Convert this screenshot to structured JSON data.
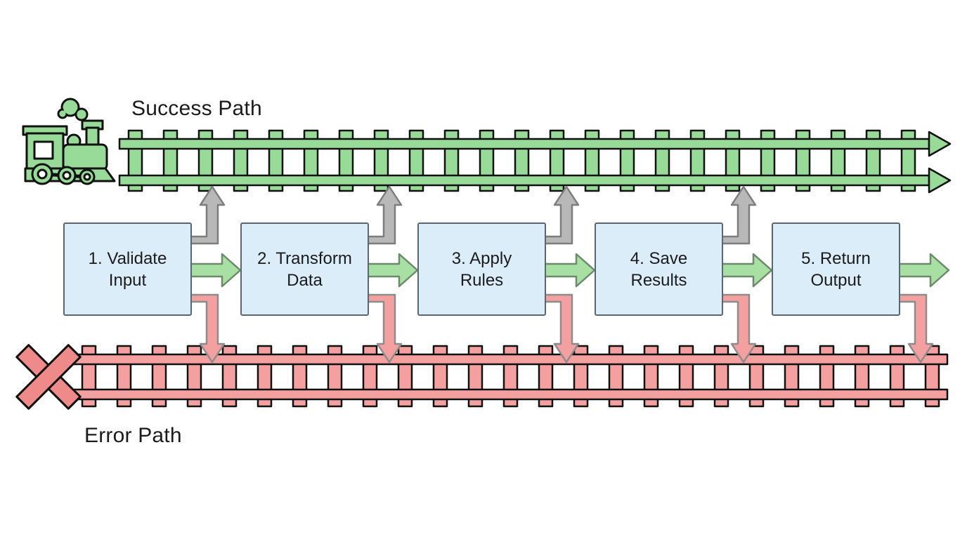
{
  "diagram": {
    "success_label": "Success Path",
    "error_label": "Error Path",
    "steps": [
      "1. Validate Input",
      "2. Transform Data",
      "3. Apply Rules",
      "4. Save Results",
      "5. Return Output"
    ],
    "icons": {
      "start": "train-locomotive-icon",
      "terminate": "x-mark-icon",
      "between_steps": "right-arrow-icon",
      "to_success": "up-elbow-arrow-icon",
      "to_error": "down-elbow-arrow-icon"
    },
    "colors": {
      "success": "#98db98",
      "success_arrow": "#a8e0a3",
      "error": "#f4a0a0",
      "error_dark": "#ef8a8a",
      "neutral_arrow": "#b8b8b8",
      "box_fill": "#dcedfa",
      "box_border": "#5b6770",
      "outline": "#111111",
      "text": "#1b1b1b"
    }
  }
}
